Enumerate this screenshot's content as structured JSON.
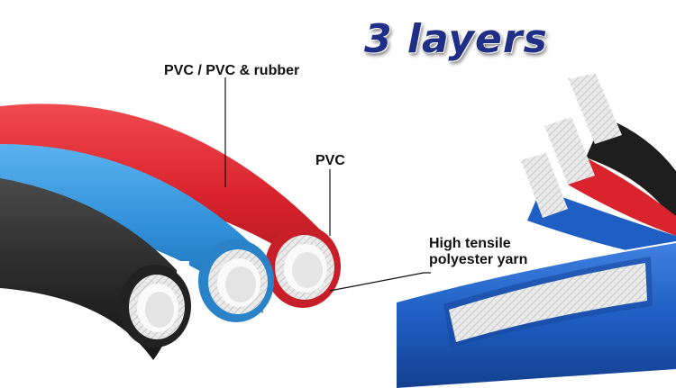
{
  "title": "3 layers",
  "labels": {
    "outer_layer": "PVC / PVC & rubber",
    "inner_layer": "PVC",
    "reinforcement_line1": "High tensile",
    "reinforcement_line2": "polyester yarn"
  },
  "colors": {
    "title": "#1f2f86",
    "hose_red": "#d9232d",
    "hose_blue": "#2f8fd8",
    "hose_black": "#2b2b2b",
    "hose_cutaway_blue": "#1f5fc4",
    "inner_tube": "#f2f2f2",
    "leader_line": "#111111"
  }
}
